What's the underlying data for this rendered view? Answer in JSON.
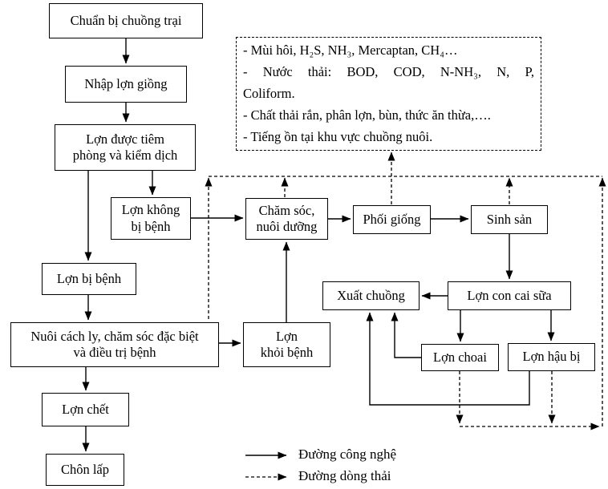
{
  "colors": {
    "ink": "#000000",
    "paper": "#ffffff"
  },
  "nodes": {
    "chuan_bi": {
      "label": "Chuẩn bị chuồng trại"
    },
    "nhap_lon": {
      "label": "Nhập lợn giồng"
    },
    "tiem_phong": {
      "line1": "Lợn được tiêm",
      "line2": "phòng và kiểm dịch"
    },
    "khong_benh": {
      "line1": "Lợn không",
      "line2": "bị bệnh"
    },
    "cham_soc": {
      "line1": "Chăm sóc,",
      "line2": "nuôi dưỡng"
    },
    "phoi_giong": {
      "label": "Phối giống"
    },
    "sinh_san": {
      "label": "Sinh sản"
    },
    "bi_benh": {
      "label": "Lợn bị bệnh"
    },
    "xuat_chuong": {
      "label": "Xuất chuồng"
    },
    "cai_sua": {
      "label": "Lợn con cai sữa"
    },
    "nuoi_cach_ly": {
      "line1": "Nuôi cách ly, chăm sóc đặc biệt",
      "line2": "và điều trị bệnh"
    },
    "khoi_benh": {
      "line1": "Lợn",
      "line2": "khỏi bệnh"
    },
    "choai": {
      "label": "Lợn choai"
    },
    "hau_bi": {
      "label": "Lợn hậu bị"
    },
    "chet": {
      "label": "Lợn chết"
    },
    "chon_lap": {
      "label": "Chôn lấp"
    }
  },
  "waste": {
    "lines": [
      "- Mùi hôi, H₂S, NH₃, Mercaptan, CH₄…",
      "- Nước thải: BOD, COD, N-NH₃, N, P,",
      "Coliform.",
      "- Chất thải rắn, phân lợn, bùn, thức ăn thừa,….",
      "- Tiếng ồn tại khu vực chuồng nuôi."
    ]
  },
  "legend": {
    "tech": "Đường công nghệ",
    "waste": "Đường dòng thải"
  }
}
